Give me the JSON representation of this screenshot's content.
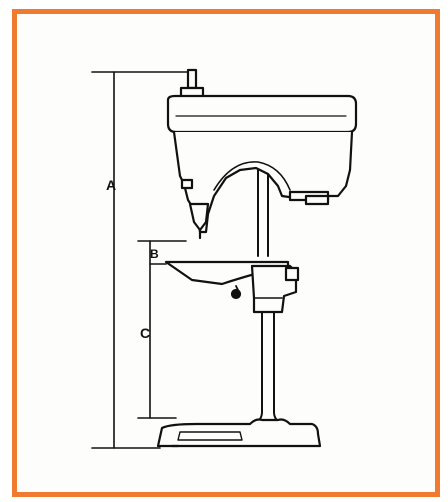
{
  "labels": {
    "a": "A",
    "b": "B",
    "c": "C"
  },
  "colors": {
    "frame": "#f07a30",
    "ink": "#111111",
    "background": "#fdfdfb"
  }
}
